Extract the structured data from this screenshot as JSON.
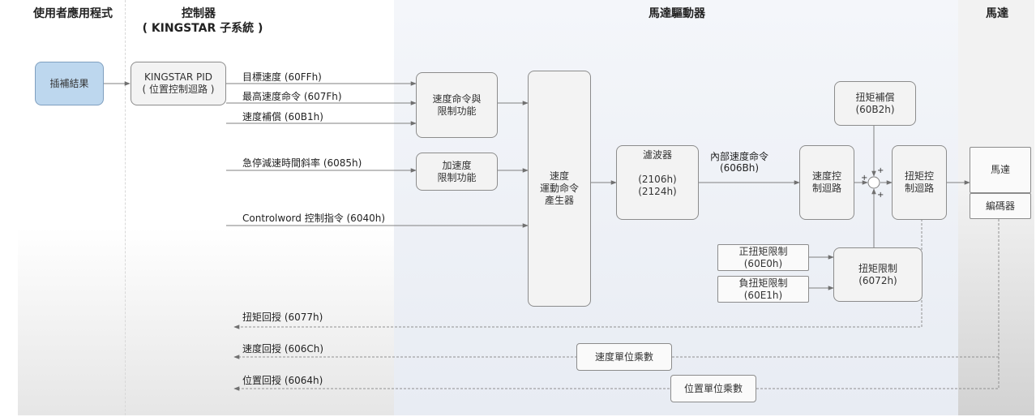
{
  "columns": {
    "app": "使用者應用程式",
    "controller": "控制器",
    "controller_sub": "( KINGSTAR 子系統 )",
    "drive": "馬達驅動器",
    "motor": "馬達"
  },
  "blocks": {
    "interp": "插補結果",
    "pid": "KINGSTAR PID\n( 位置控制迴路 )",
    "speed_cmd_limit": "速度命令與\n限制功能",
    "accel_limit": "加速度\n限制功能",
    "profile_gen": "速度\n運動命令\n產生器",
    "filter_title": "濾波器",
    "filter_params": "(2106h)\n(2124h)",
    "speed_loop": "速度控\n制迴路",
    "torque_comp": "扭矩補償\n(60B2h)",
    "torque_loop": "扭矩控\n制迴路",
    "pos_torque_limit": "正扭矩限制\n(60E0h)",
    "neg_torque_limit": "負扭矩限制\n(60E1h)",
    "torque_limit": "扭矩限制\n(6072h)",
    "motor": "馬達",
    "encoder": "編碼器",
    "speed_factor": "速度單位乘數",
    "pos_factor": "位置單位乘數"
  },
  "signals": {
    "target_velocity": "目標速度 (60FFh)",
    "max_speed": "最高速度命令 (607Fh)",
    "velocity_offset": "速度補償 (60B1h)",
    "quick_stop_decel": "急停減速時間斜率 (6085h)",
    "controlword": "Controlword 控制指令 (6040h)",
    "internal_speed": "內部速度命令\n(606Bh)",
    "torque_feedback": "扭矩回授 (6077h)",
    "speed_feedback": "速度回授 (606Ch)",
    "position_feedback": "位置回授 (6064h)"
  },
  "summing": {
    "plus": "+"
  },
  "colors": {
    "drive_bg": "#eef1f6",
    "interp_fill": "#bdd7ee",
    "box_fill": "#f3f3f3",
    "line": "#808080"
  }
}
